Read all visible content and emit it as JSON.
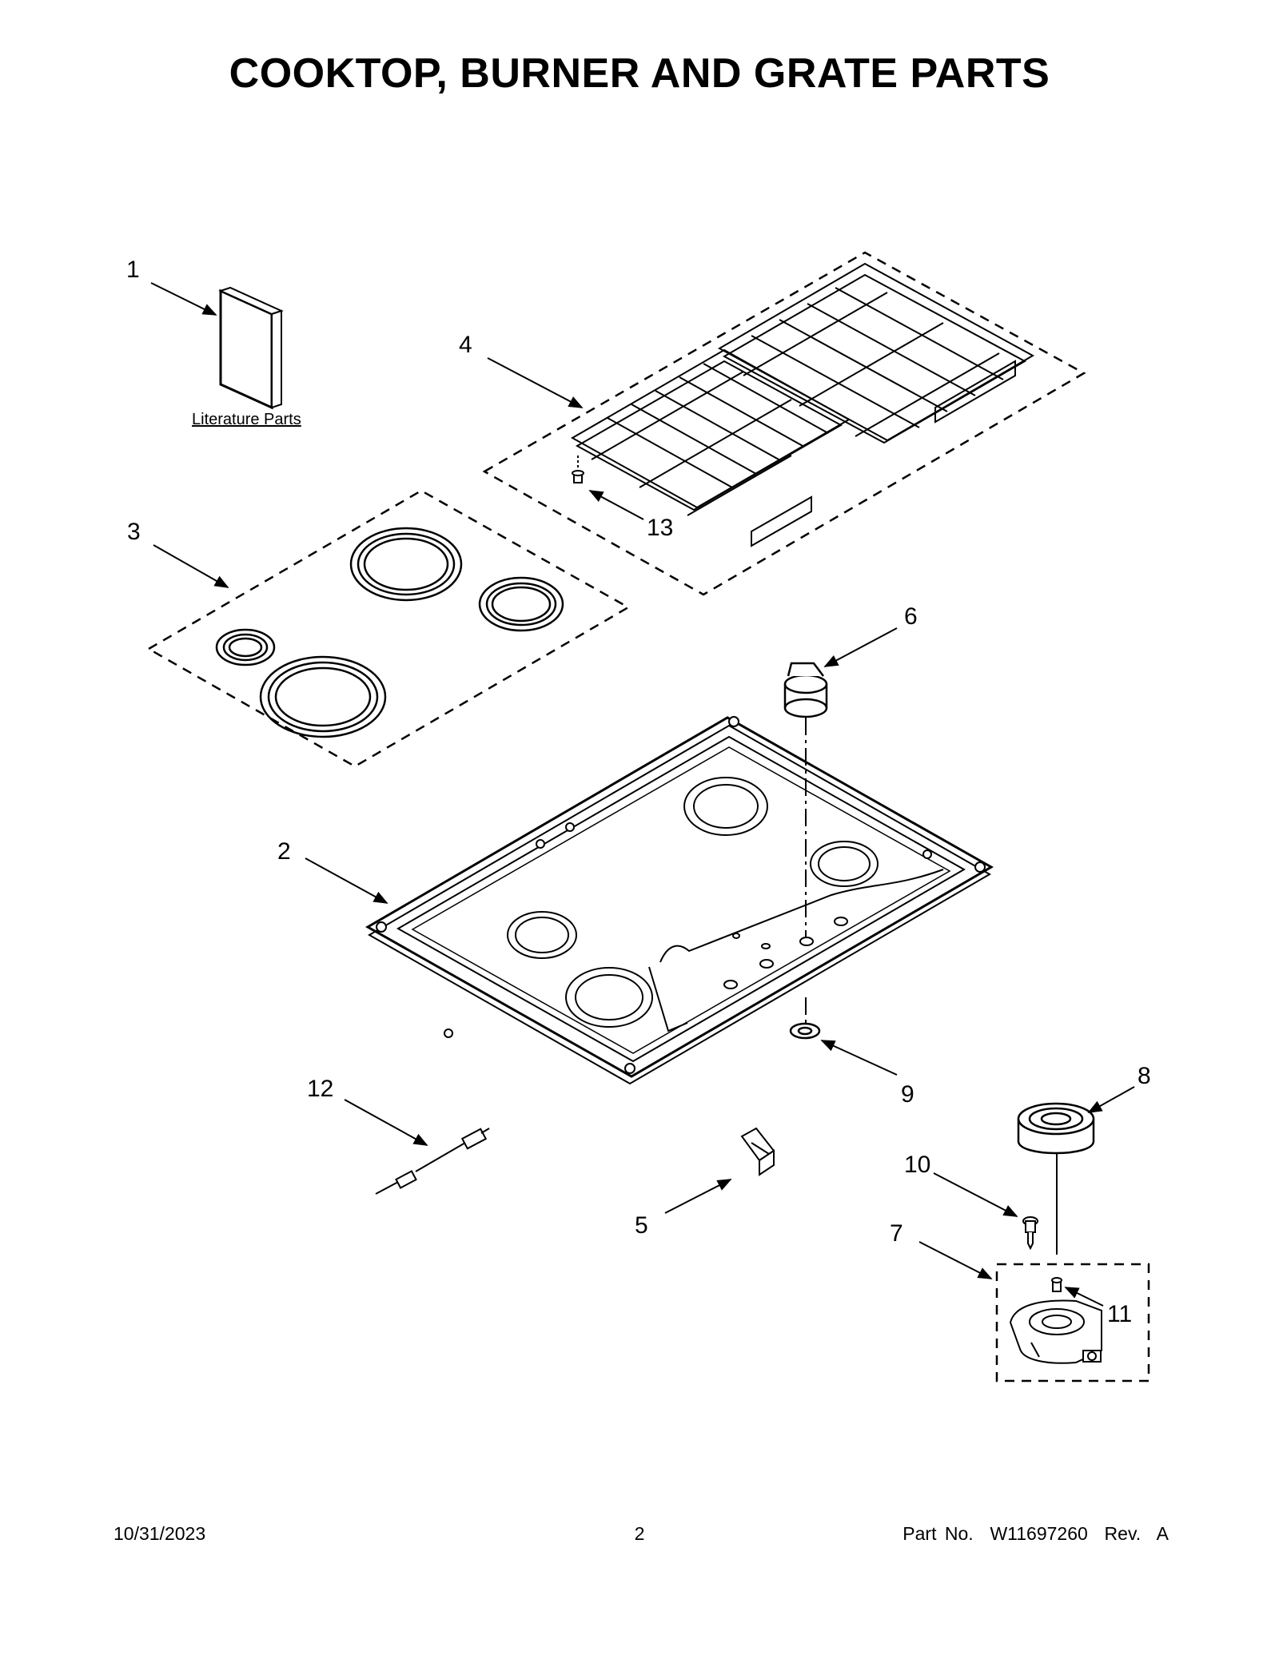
{
  "page": {
    "title": "COOKTOP, BURNER AND GRATE PARTS"
  },
  "callouts": [
    "1",
    "2",
    "3",
    "4",
    "5",
    "6",
    "7",
    "8",
    "9",
    "10",
    "11",
    "12",
    "13"
  ],
  "labels": {
    "literature_parts": "Literature Parts"
  },
  "footer": {
    "date": "10/31/2023",
    "page_number": "2",
    "part_number": "Part No.  W11697260  Rev.  A"
  }
}
